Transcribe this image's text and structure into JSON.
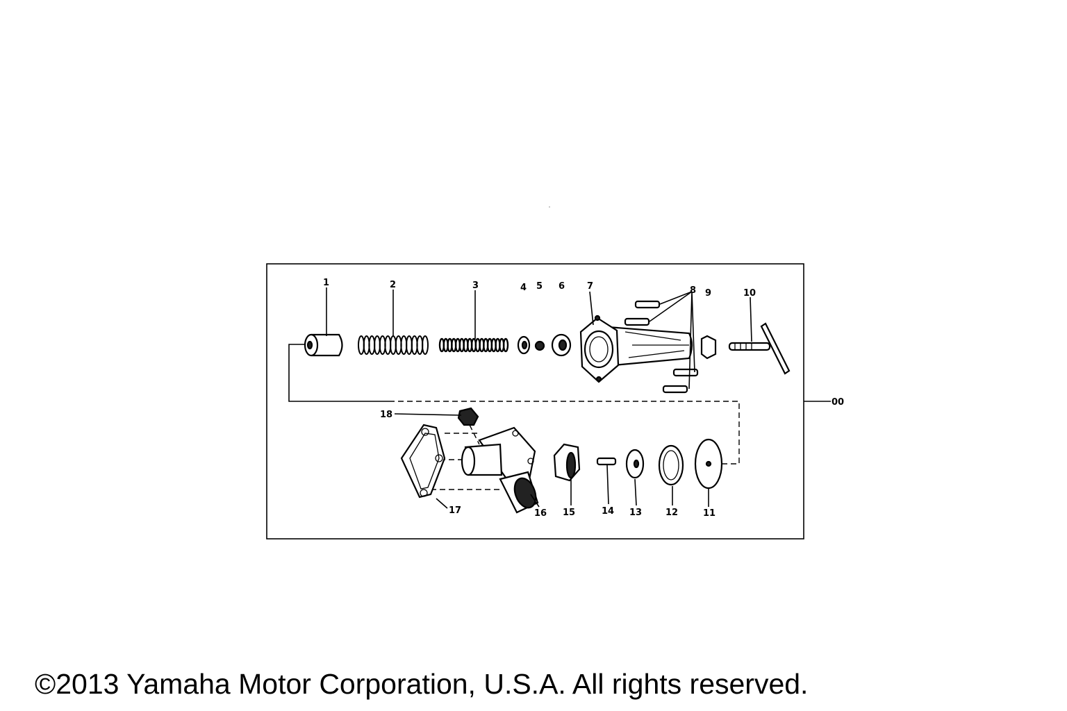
{
  "diagram": {
    "callouts": [
      "1",
      "2",
      "3",
      "4",
      "5",
      "6",
      "7",
      "8",
      "9",
      "10",
      "11",
      "12",
      "13",
      "14",
      "15",
      "16",
      "17",
      "18"
    ],
    "assembly_label": "00"
  },
  "copyright": "©2013 Yamaha Motor Corporation, U.S.A. All rights reserved."
}
